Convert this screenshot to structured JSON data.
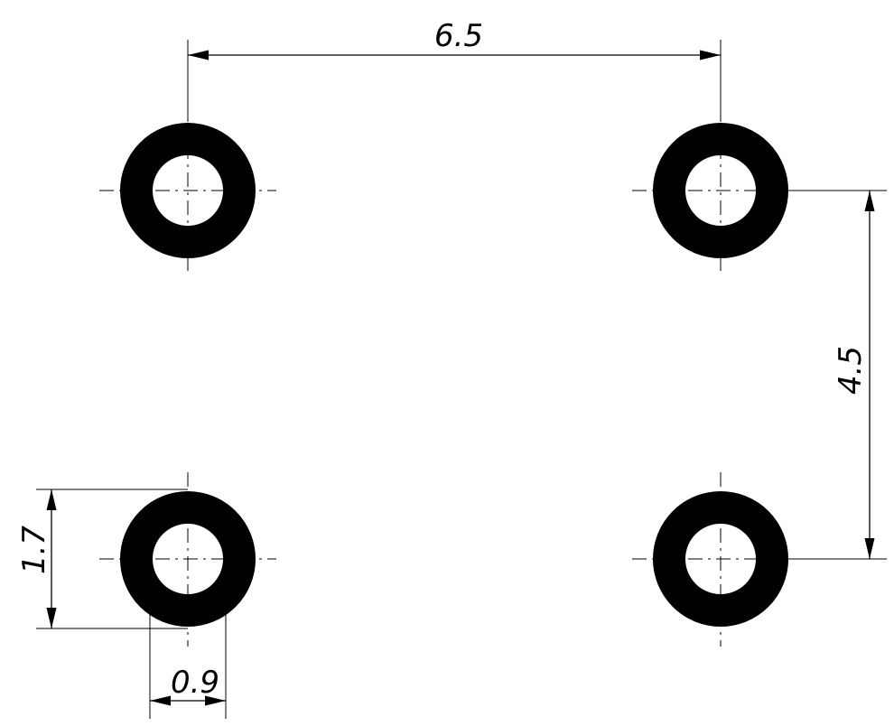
{
  "drawing": {
    "dimensions": {
      "pad_spacing_horizontal": "6.5",
      "pad_spacing_vertical": "4.5",
      "pad_outer_diameter": "1.7",
      "pad_inner_diameter": "0.9"
    },
    "pads": [
      {
        "name": "pad-top-left"
      },
      {
        "name": "pad-top-right"
      },
      {
        "name": "pad-bottom-left"
      },
      {
        "name": "pad-bottom-right"
      }
    ],
    "colors": {
      "line": "#000000",
      "background": "#ffffff"
    }
  }
}
